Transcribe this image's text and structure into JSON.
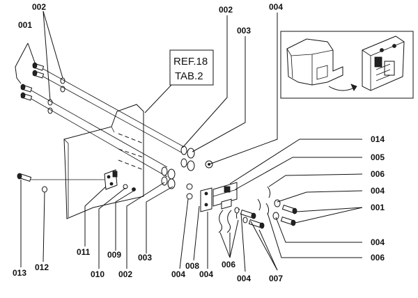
{
  "reference_box": {
    "line1": "REF.18",
    "line2": "TAB.2"
  },
  "callouts": {
    "c001_top": "001",
    "c002_top": "002",
    "c002_mid": "002",
    "c003_top": "003",
    "c004_top": "004",
    "c014": "014",
    "c005": "005",
    "c006_r1": "006",
    "c004_r1": "004",
    "c001_r": "001",
    "c004_r2": "004",
    "c006_r2": "006",
    "c011": "011",
    "c009": "009",
    "c003_bot": "003",
    "c013": "013",
    "c012": "012",
    "c010": "010",
    "c002_bot": "002",
    "c004_b1": "004",
    "c008": "008",
    "c004_b2": "004",
    "c006_b": "006",
    "c004_b3": "004",
    "c007": "007"
  }
}
